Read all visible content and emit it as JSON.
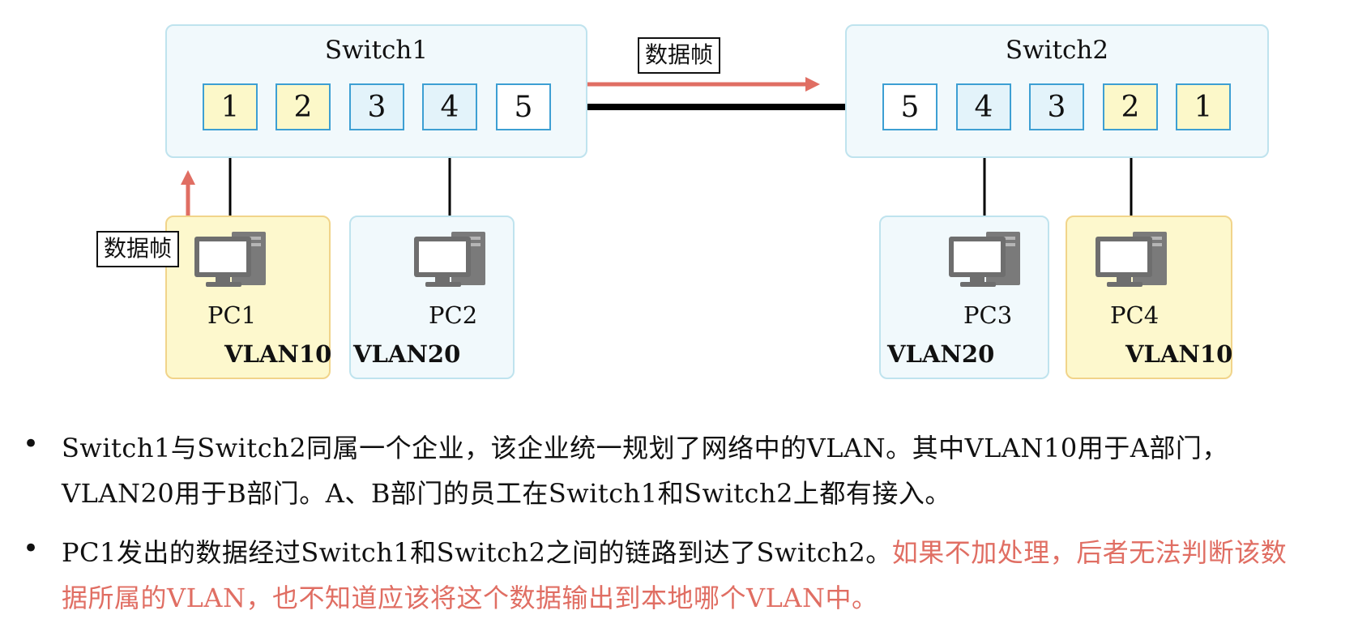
{
  "switch1": {
    "title": "Switch1",
    "ports": [
      "1",
      "2",
      "3",
      "4",
      "5"
    ]
  },
  "switch2": {
    "title": "Switch2",
    "ports": [
      "5",
      "4",
      "3",
      "2",
      "1"
    ]
  },
  "frame_labels": {
    "top": "数据帧",
    "left": "数据帧"
  },
  "pcs": [
    {
      "name": "PC1",
      "vlan": "VLAN10"
    },
    {
      "name": "PC2",
      "vlan": "VLAN20"
    },
    {
      "name": "PC3",
      "vlan": "VLAN20"
    },
    {
      "name": "PC4",
      "vlan": "VLAN10"
    }
  ],
  "colors": {
    "vlan10": "#fdf8cd",
    "vlan20": "#f1f9fc",
    "arrow": "#e06e63",
    "port_border": "#3d9fd3",
    "highlight_text": "#e06e63"
  },
  "bullets": {
    "b1_line1": "Switch1与Switch2同属一个企业，该企业统一规划了网络中的VLAN。其中VLAN10用于A部门，",
    "b1_line2": "VLAN20用于B部门。A、B部门的员工在Switch1和Switch2上都有接入。",
    "b2_line1_plain": "PC1发出的数据经过Switch1和Switch2之间的链路到达了Switch2。",
    "b2_line1_red": "如果不加处理，后者无法判断该数",
    "b2_line2_red": "据所属的VLAN，也不知道应该将这个数据输出到本地哪个VLAN中。"
  }
}
